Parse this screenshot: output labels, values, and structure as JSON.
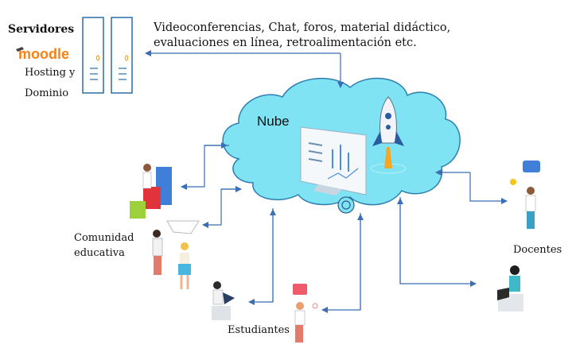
{
  "labels": {
    "servers": "Servidores",
    "moodle": "moodle",
    "hosting": "Hosting y",
    "domain": "Dominio",
    "services_line1": "Videoconferencias, Chat, foros, material didáctico,",
    "services_line2": "evaluaciones en línea, retroalimentación etc.",
    "cloud": "Nube",
    "community_line1": "Comunidad",
    "community_line2": "educativa",
    "students": "Estudiantes",
    "teachers": "Docentes"
  },
  "colors": {
    "cloud_fill": "#7fe3f3",
    "cloud_stroke": "#2e7fb0",
    "arrow": "#3a6eb5",
    "server_stroke": "#2a6ea6",
    "moodle_orange": "#f98012"
  }
}
